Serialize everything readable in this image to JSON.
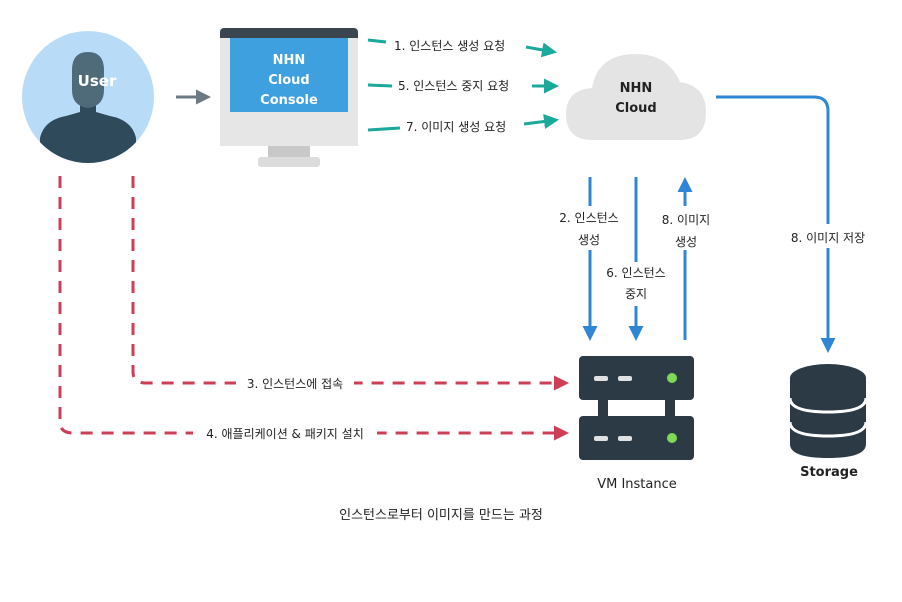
{
  "nodes": {
    "user": "User",
    "console": [
      "NHN",
      "Cloud",
      "Console"
    ],
    "cloud": [
      "NHN",
      "Cloud"
    ],
    "vm": "VM Instance",
    "storage": "Storage"
  },
  "steps": {
    "s1": "1. 인스턴스 생성 요청",
    "s5": "5. 인스턴스 중지 요청",
    "s7": "7. 이미지 생성 요청",
    "s2": [
      "2. 인스턴스",
      "생성"
    ],
    "s6": [
      "6. 인스턴스",
      "중지"
    ],
    "s8a": [
      "8. 이미지",
      "생성"
    ],
    "s8b": "8. 이미지 저장",
    "s3": "3. 인스턴스에 접속",
    "s4": "4. 애플리케이션 & 패키지 설치"
  },
  "caption": "인스턴스로부터 이미지를 만드는 과정",
  "colors": {
    "teal": "#1aa99a",
    "blue": "#2f86d4",
    "red": "#cc3f57",
    "gray_arrow": "#6c7a86",
    "user_bg": "#b8dcf8",
    "user_body": "#2f4a5a",
    "monitor": "#3ea0de",
    "server": "#2c3a46",
    "led": "#7ed957",
    "cloud": "#e4e4e4"
  }
}
